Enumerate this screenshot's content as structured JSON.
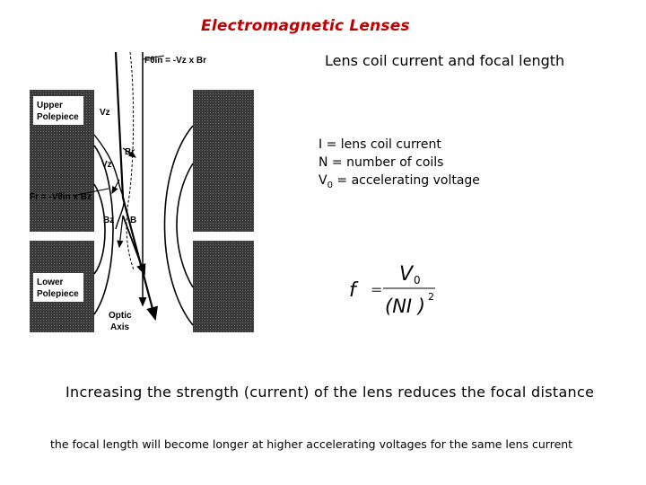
{
  "title": "Electromagnetic Lenses",
  "subtitle": "Lens coil current and focal length",
  "definitions": {
    "current": "I = lens coil current",
    "coils": "N = number of coils",
    "voltage_prefix": "V",
    "voltage_sub": "0",
    "voltage_rest": " = accelerating voltage"
  },
  "formula": {
    "lhs": "f",
    "equals": "=",
    "numerator": "V",
    "numerator_sub": "0",
    "denominator": "(NI )",
    "exponent": "2"
  },
  "diagram": {
    "upper_polepiece": [
      "Upper",
      "Polepiece"
    ],
    "lower_polepiece": [
      "Lower",
      "Polepiece"
    ],
    "optic_axis": [
      "Optic",
      "Axis"
    ],
    "f_theta_top": "Fθin = -Vz x Br",
    "f_r_left": "Fr = -Vθin x Bz",
    "vz_top": "Vz",
    "vz_mid": "Vz",
    "br": "Br",
    "bz": "Bz",
    "b": "B"
  },
  "statement_1": "Increasing the strength (current) of the lens reduces the focal distance",
  "statement_2": "the focal length will become longer at higher accelerating voltages for the same lens current"
}
